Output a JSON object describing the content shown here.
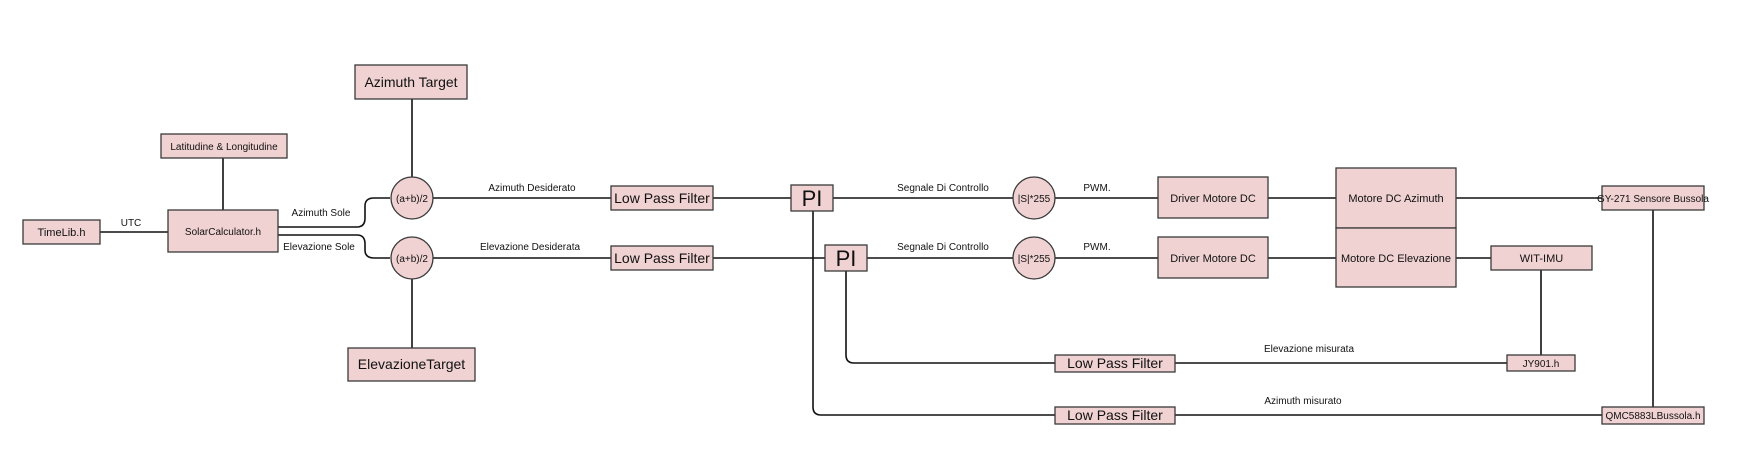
{
  "blocks": {
    "timelib": "TimeLib.h",
    "solarcalc": "SolarCalculator.h",
    "latlon": "Latitudine & Longitudine",
    "az_target": "Azimuth Target",
    "el_target": "ElevazioneTarget",
    "avg_az": "(a+b)/2",
    "avg_el": "(a+b)/2",
    "lpf_az": "Low Pass Filter",
    "lpf_el": "Low Pass Filter",
    "pi_az": "PI",
    "pi_el": "PI",
    "abs_az": "|S|*255",
    "abs_el": "|S|*255",
    "driver_az": "Driver Motore DC",
    "driver_el": "Driver Motore DC",
    "motor_az": "Motore DC Azimuth",
    "motor_el": "Motore DC Elevazione",
    "compass": "GY-271 Sensore Bussola",
    "imu": "WIT-IMU",
    "jy901": "JY901.h",
    "qmc": "QMC5883LBussola.h",
    "lpf_el_feedback": "Low Pass Filter",
    "lpf_az_feedback": "Low Pass Filter"
  },
  "labels": {
    "utc": "UTC",
    "azimuth_sole": "Azimuth Sole",
    "elevazione_sole": "Elevazione Sole",
    "azimuth_desiderato": "Azimuth Desiderato",
    "elevazione_desiderata": "Elevazione Desiderata",
    "segnale_az": "Segnale Di Controllo",
    "segnale_el": "Segnale Di Controllo",
    "pwm_az": "PWM.",
    "pwm_el": "PWM.",
    "elevazione_misurata": "Elevazione misurata",
    "azimuth_misurato": "Azimuth misurato"
  }
}
